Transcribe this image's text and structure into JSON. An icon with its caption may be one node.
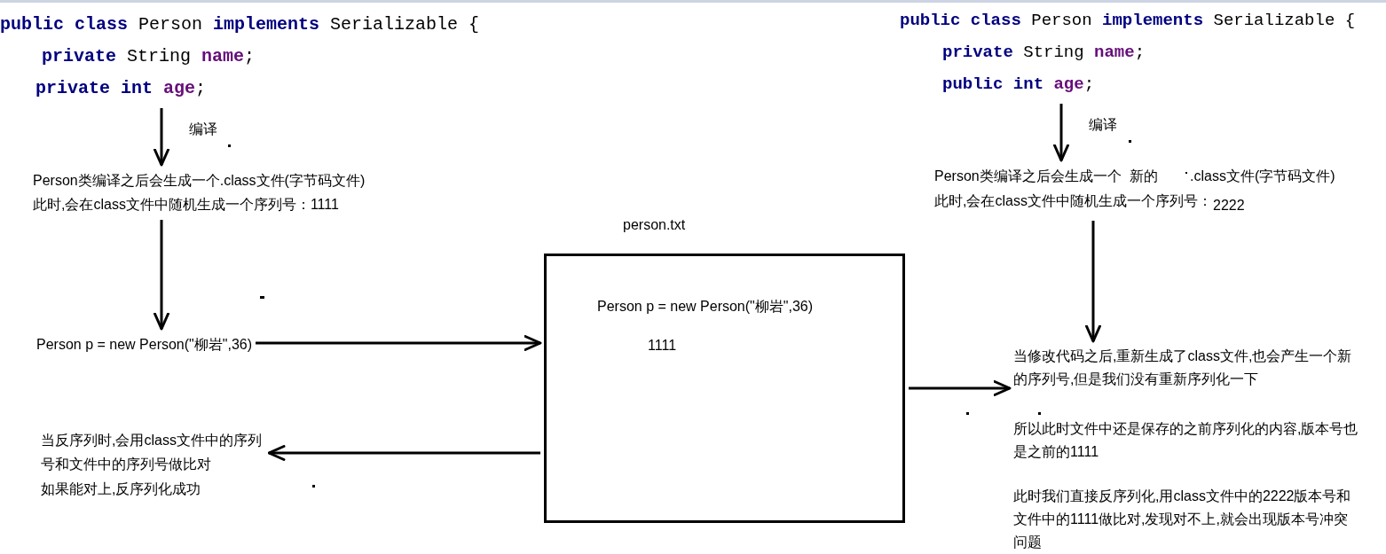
{
  "diagram": {
    "nodes": [
      {
        "text": [
          "**public class** Person **implements** Serializable {",
          "**private** String **name**;",
          "**private** **int** **age**;"
        ]
      },
      {
        "text": [
          "Person类编译之后会生成一个.class文件(字节码文件)",
          "此时,会在class文件中随机生成一个序列号：1111"
        ]
      },
      {
        "text": [
          "Person p = new Person(\"柳岩\",36)"
        ]
      },
      {
        "text": [
          "当反序列时,会用class文件中的序列号和文件中的序列号做比对",
          "如果能对上,反序列化成功"
        ]
      },
      {
        "text": [
          "person.txt",
          "Person p = new Person(\"柳岩\",36)",
          "1111"
        ]
      },
      {
        "text": [
          "**public class** Person **implements** Serializable {",
          "**private** String **name**;",
          "**public** **int** **age**;"
        ]
      },
      {
        "text": [
          "Person类编译之后会生成一个",
          "新的",
          ".class文件(字节码文件)",
          "此时,会在class文件中随机生成一个序列号：",
          "2222"
        ]
      },
      {
        "text": [
          "当修改代码之后,重新生成了class文件,也会产生一个新的序列号,但是我们没有重新序列化一下",
          "所以此时文件中还是保存的之前序列化的内容,版本号也是之前的1111",
          "此时我们直接反序列化,用class文件中的2222版本号和文件中的1111做比对,发现对不上,就会出现版本号冲突问题"
        ]
      }
    ],
    "edges": [
      {
        "from": 0,
        "to": 1,
        "arrow": "to",
        "label": "编译"
      },
      {
        "from": 1,
        "to": 2,
        "arrow": "to"
      },
      {
        "from": 2,
        "to": 4,
        "arrow": "to"
      },
      {
        "from": 4,
        "to": 3,
        "arrow": "to"
      },
      {
        "from": 5,
        "to": 6,
        "arrow": "to",
        "label": "编译"
      },
      {
        "from": 6,
        "to": 7,
        "arrow": "to"
      },
      {
        "from": 4,
        "to": 7,
        "arrow": "to"
      }
    ]
  }
}
